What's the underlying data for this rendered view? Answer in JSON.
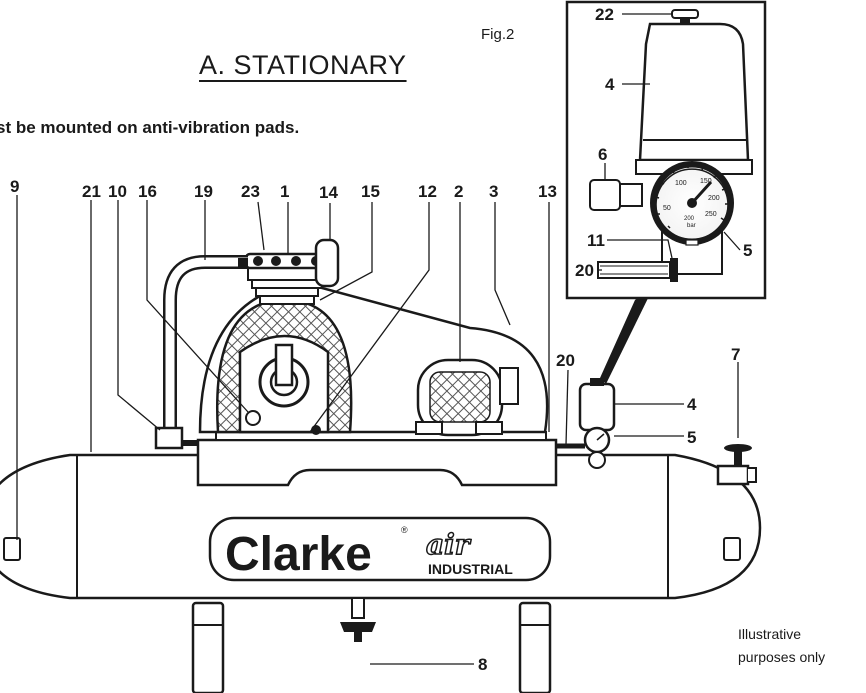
{
  "heading": "A. STATIONARY",
  "notice": "st be mounted on anti-vibration pads.",
  "figure_label": "Fig.2",
  "footnote": [
    "Illustrative",
    "purposes only"
  ],
  "logo": {
    "brand": "Clarke",
    "sub_brand": "air",
    "line": "INDUSTRIAL",
    "registered": "®"
  },
  "callouts": {
    "c9": "9",
    "c21": "21",
    "c10": "10",
    "c16": "16",
    "c19": "19",
    "c23": "23",
    "c1": "1",
    "c14": "14",
    "c15": "15",
    "c12": "12",
    "c2": "2",
    "c3": "3",
    "c13": "13",
    "c20": "20",
    "c7": "7",
    "c4": "4",
    "c5": "5",
    "c8": "8"
  },
  "inset_callouts": {
    "c22": "22",
    "c4": "4",
    "c6": "6",
    "c11": "11",
    "c20": "20",
    "c5": "5"
  },
  "gauge": {
    "unit": "bar",
    "scale_labels": [
      "50",
      "100",
      "150",
      "200",
      "250"
    ],
    "inner_label": "200"
  },
  "colors": {
    "ink": "#1a1a1a",
    "paper": "#ffffff",
    "mesh": "#555555"
  }
}
